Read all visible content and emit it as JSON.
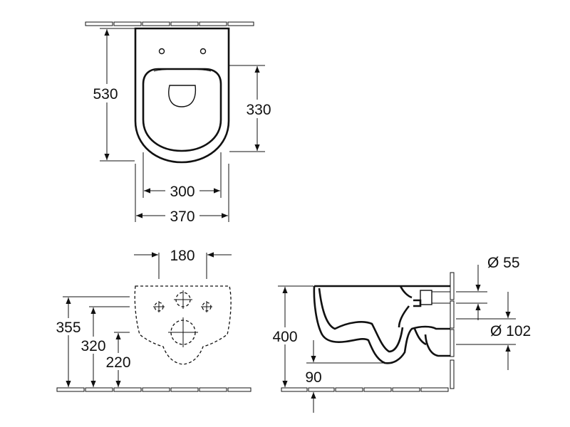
{
  "top_view": {
    "height_total": "530",
    "height_seat": "330",
    "width_inner": "300",
    "width_total": "370"
  },
  "front_view": {
    "fix_spacing": "180",
    "height_355": "355",
    "height_320": "320",
    "height_220": "220"
  },
  "side_view": {
    "height_400": "400",
    "height_90": "90",
    "diameter_55": "Ø 55",
    "diameter_102": "Ø 102"
  }
}
